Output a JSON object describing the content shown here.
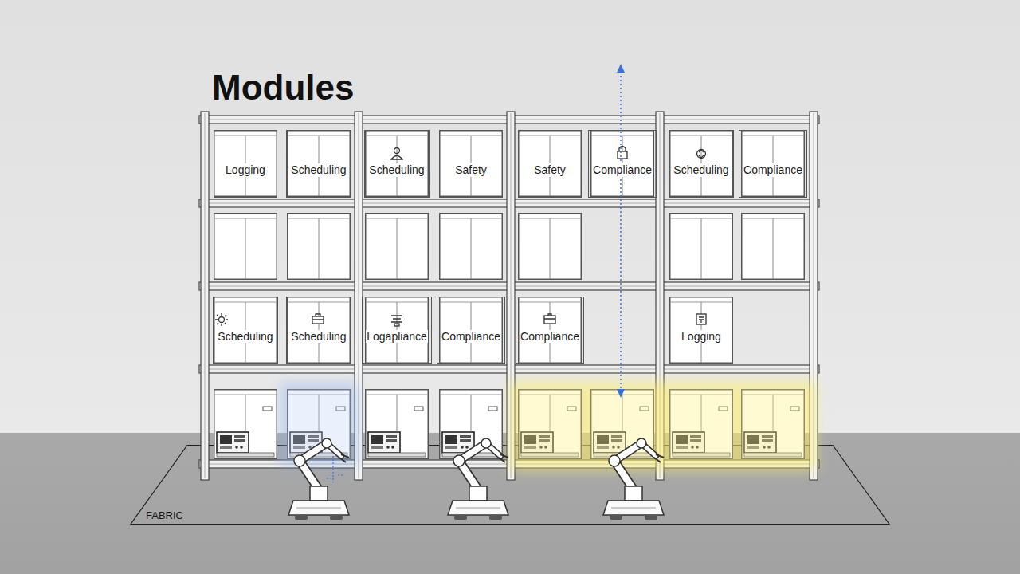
{
  "diagram": {
    "title": "Modules",
    "nodes": [
      {
        "text": [
          "Logging"
        ]
      },
      {
        "text": [
          "Scheduling"
        ]
      },
      {
        "text": [
          "Scheduling"
        ]
      },
      {
        "text": [
          "Safety"
        ]
      },
      {
        "text": [
          "Safety"
        ]
      },
      {
        "text": [
          "Compliance"
        ]
      },
      {
        "text": [
          "Scheduling"
        ]
      },
      {
        "text": [
          "Compliance"
        ]
      },
      {
        "text": [
          "Scheduling"
        ]
      },
      {
        "text": [
          "Scheduling"
        ]
      },
      {
        "text": [
          "Logapliance"
        ]
      },
      {
        "text": [
          "Compliance"
        ]
      },
      {
        "text": [
          "Compliance"
        ]
      },
      {
        "text": [
          "Logging"
        ]
      },
      {
        "text": [
          "FABRIC"
        ]
      }
    ]
  }
}
